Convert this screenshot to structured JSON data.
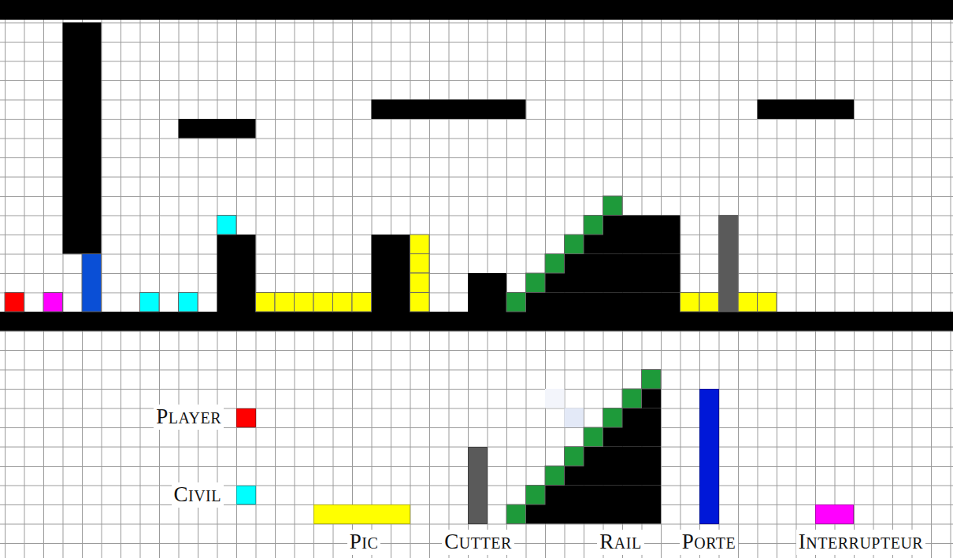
{
  "diagram": {
    "legend": [
      {
        "text": "PLAYER",
        "color": "#ff0000"
      },
      {
        "text": "CIVIL",
        "color": "#00ffff"
      },
      {
        "text": "PIC",
        "color": "#ffff00"
      },
      {
        "text": "CUTTER",
        "color": "#5a5a5a"
      },
      {
        "text": "RAIL"
      },
      {
        "text": "PORTE",
        "color": "#0018d8"
      },
      {
        "text": "INTERRUPTEUR",
        "color": "#ff00ff"
      }
    ]
  }
}
